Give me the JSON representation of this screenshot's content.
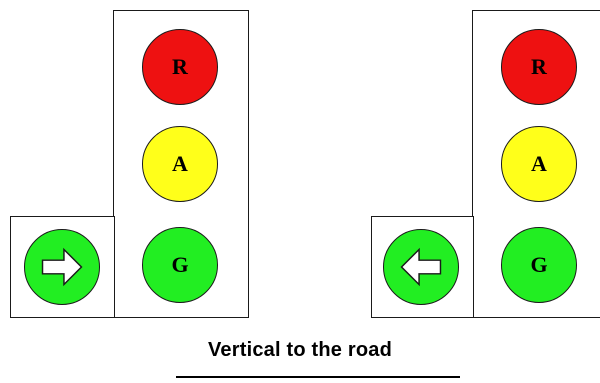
{
  "caption": "Vertical to the road",
  "colors": {
    "red": "#ee1111",
    "amber": "#ffff1a",
    "green": "#22ee22",
    "arrow_fill": "#ffffff"
  },
  "signals": [
    {
      "arrow": "right-arrow-icon",
      "lamps": {
        "red": "R",
        "amber": "A",
        "green": "G"
      }
    },
    {
      "arrow": "left-arrow-icon",
      "lamps": {
        "red": "R",
        "amber": "A",
        "green": "G"
      }
    }
  ]
}
